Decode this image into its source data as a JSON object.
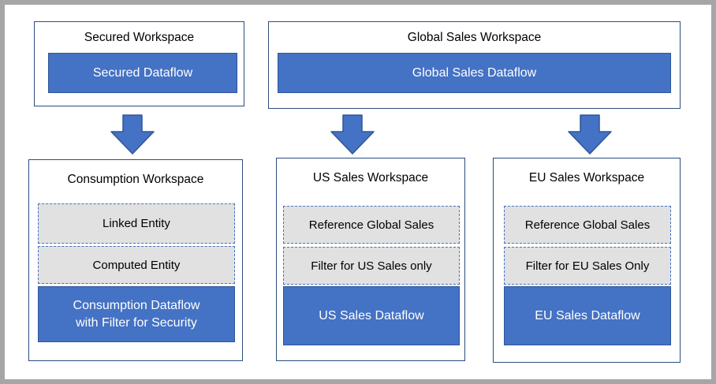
{
  "colors": {
    "blue_fill": "#4472C4",
    "blue_border": "#2F5597",
    "workspace_border": "#2A4D7E",
    "gray_fill": "#E1E1E1",
    "dashed_border": "#4472C4",
    "frame_gray": "#A6A6A6",
    "text_dark": "#000000",
    "text_light": "#FFFFFF"
  },
  "workspaces": {
    "secured": {
      "title": "Secured Workspace",
      "dataflow": "Secured Dataflow"
    },
    "global": {
      "title": "Global Sales Workspace",
      "dataflow": "Global Sales Dataflow"
    },
    "consumption": {
      "title": "Consumption Workspace",
      "entities": [
        "Linked Entity",
        "Computed Entity"
      ],
      "dataflow": "Consumption Dataflow with Filter for Security"
    },
    "us": {
      "title": "US Sales Workspace",
      "entities": [
        "Reference Global Sales",
        "Filter for US Sales only"
      ],
      "dataflow": "US Sales Dataflow"
    },
    "eu": {
      "title": "EU Sales Workspace",
      "entities": [
        "Reference Global Sales",
        "Filter for EU Sales Only"
      ],
      "dataflow": "EU Sales Dataflow"
    }
  }
}
